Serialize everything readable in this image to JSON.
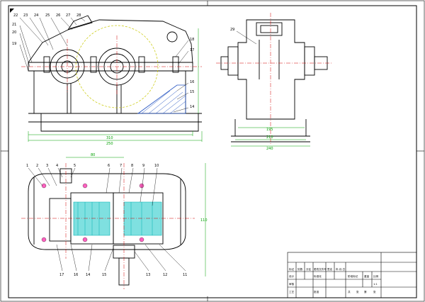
{
  "drawing": {
    "colors": {
      "outline": "#000000",
      "dimension": "#00a000",
      "center": "#d00000",
      "section_fill": "#00b0b0",
      "hatch": "#2050c0",
      "hidden": "#c8c800"
    }
  },
  "front_view": {
    "balloons": [
      "22",
      "23",
      "24",
      "25",
      "26",
      "27",
      "28",
      "21",
      "20",
      "19",
      "18",
      "17",
      "16",
      "15",
      "14"
    ],
    "dims": [
      "310",
      "250"
    ]
  },
  "side_view": {
    "balloons": [
      "29"
    ],
    "dims": [
      "195",
      "210",
      "240"
    ]
  },
  "plan_view": {
    "balloons_top": [
      "1",
      "2",
      "3",
      "4",
      "5",
      "6",
      "7",
      "8",
      "9",
      "10"
    ],
    "balloons_bottom": [
      "17",
      "16",
      "14",
      "15",
      "13",
      "12",
      "11"
    ],
    "dims": [
      "80",
      "110"
    ]
  },
  "title_block": {
    "row1": [
      "标记",
      "处数",
      "分区",
      "更改文件号",
      "签名",
      "年.月.日"
    ],
    "row2": [
      "设计",
      "标准化"
    ],
    "row3": [
      "审核"
    ],
    "row4": [
      "工艺",
      "批准"
    ],
    "stage_header": [
      "阶段标记",
      "重量",
      "比例"
    ],
    "scale": "1:1",
    "sheet": [
      "共",
      "张",
      "第",
      "张"
    ]
  }
}
